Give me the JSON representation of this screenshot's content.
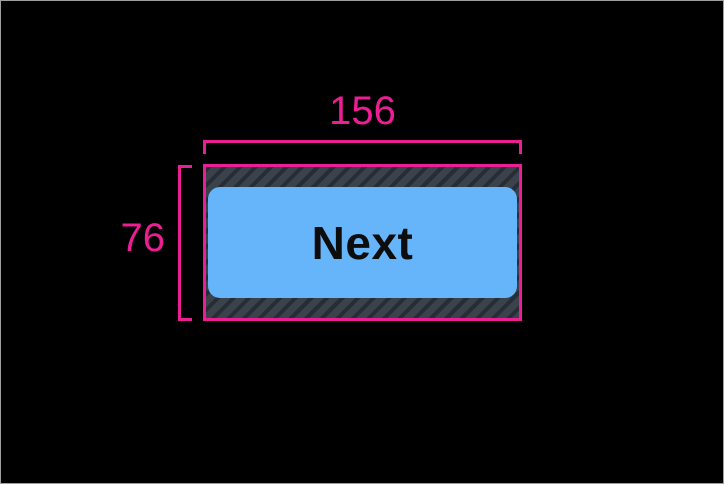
{
  "colors": {
    "canvas-bg": "#000000",
    "frame-border": "#9e9e9e",
    "accent-pink": "#ec1e94",
    "button-blue": "#66b5fb",
    "button-text": "#0d0d0d",
    "hatch-base": "#3a424b",
    "hatch-stripe": "#272d34"
  },
  "inspector_overlay": {
    "width_label": "156",
    "height_label": "76"
  },
  "button": {
    "label": "Next"
  }
}
